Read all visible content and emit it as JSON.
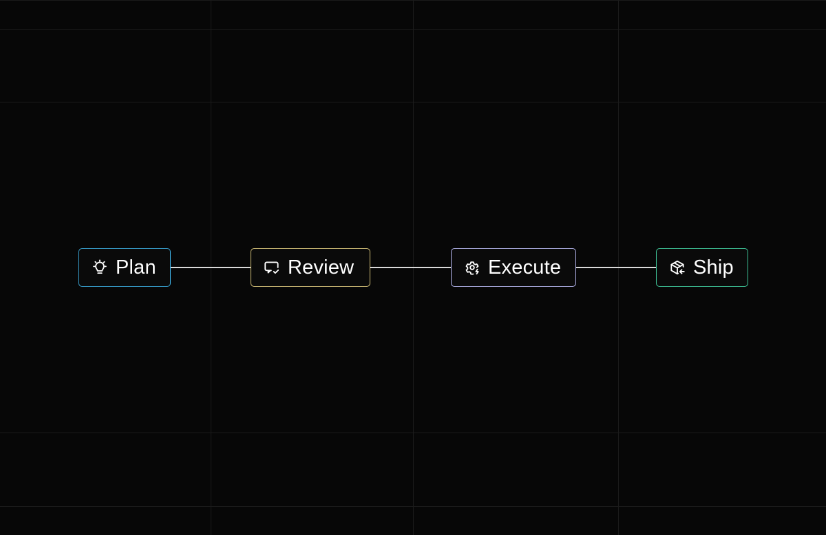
{
  "diagram": {
    "steps": [
      {
        "label": "Plan",
        "icon": "lightbulb-icon",
        "border_color": "#3aa6d6"
      },
      {
        "label": "Review",
        "icon": "message-check-icon",
        "border_color": "#d6c27a"
      },
      {
        "label": "Execute",
        "icon": "gear-bolt-icon",
        "border_color": "#b3b4ec"
      },
      {
        "label": "Ship",
        "icon": "package-return-icon",
        "border_color": "#3fc79a"
      }
    ],
    "connector_color": "#d9d9d9",
    "background_color": "#070707",
    "grid_color": "#1b1b1b"
  }
}
